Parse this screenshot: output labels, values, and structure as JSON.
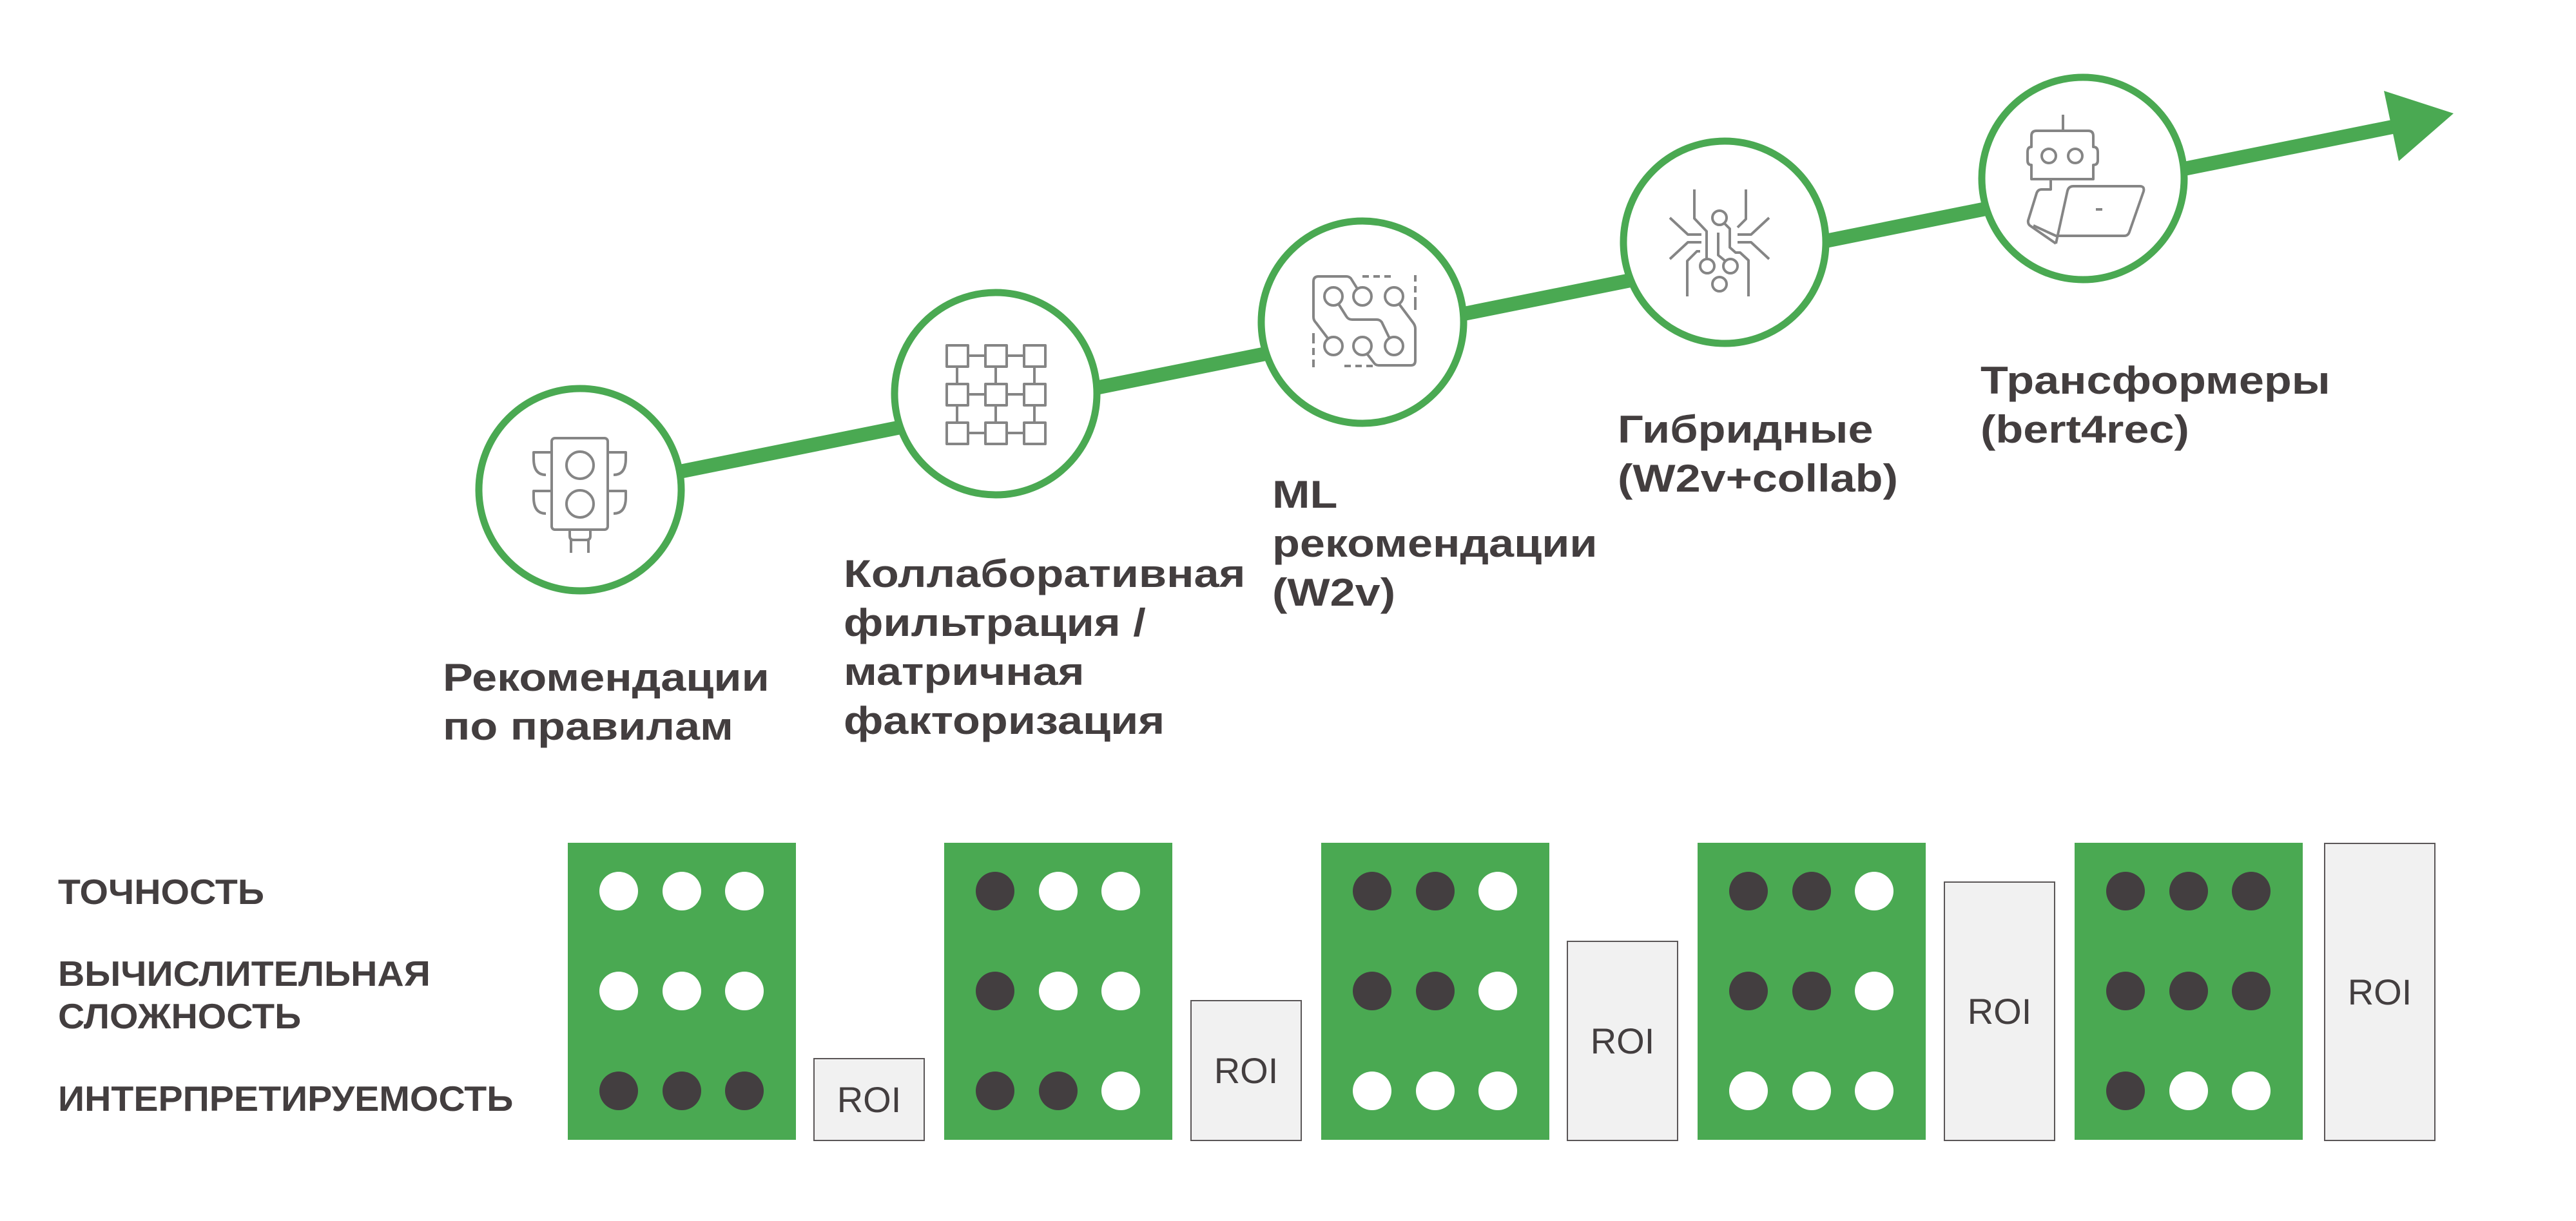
{
  "colors": {
    "accent_green": "#4aa952",
    "icon_gray": "#858585",
    "text_dark": "#433e3f",
    "dot_filled": "#433e40",
    "dot_empty": "#ffffff",
    "roi_fill": "#f1f1f1"
  },
  "timeline": {
    "arrow_direction": "up-right",
    "stages": [
      {
        "icon": "traffic-light-icon",
        "label_lines": [
          "Рекомендации",
          "по правилам"
        ]
      },
      {
        "icon": "grid-network-icon",
        "label_lines": [
          "Коллаборативная",
          "фильтрация /",
          "матричная",
          "факторизация"
        ]
      },
      {
        "icon": "circuit-board-icon",
        "label_lines": [
          "ML",
          "рекомендации",
          "(W2v)"
        ]
      },
      {
        "icon": "neural-chip-icon",
        "label_lines": [
          "Гибридные",
          "(W2v+collab)"
        ]
      },
      {
        "icon": "robot-laptop-icon",
        "label_lines": [
          "Трансформеры",
          "(bert4rec)"
        ]
      }
    ]
  },
  "criteria": [
    {
      "label_lines": [
        "ТОЧНОСТЬ"
      ]
    },
    {
      "label_lines": [
        "ВЫЧИСЛИТЕЛЬНАЯ",
        "СЛОЖНОСТЬ"
      ]
    },
    {
      "label_lines": [
        "ИНТЕРПРЕТИРУЕМОСТЬ"
      ]
    }
  ],
  "comparison": {
    "max_dots": 3,
    "roi_label": "ROI",
    "columns": [
      {
        "stage_index": 0,
        "filled_dots": [
          0,
          0,
          3
        ],
        "roi_level": 0.275
      },
      {
        "stage_index": 1,
        "filled_dots": [
          1,
          1,
          2
        ],
        "roi_level": 0.47
      },
      {
        "stage_index": 2,
        "filled_dots": [
          2,
          2,
          0
        ],
        "roi_level": 0.67
      },
      {
        "stage_index": 3,
        "filled_dots": [
          2,
          2,
          0
        ],
        "roi_level": 0.87
      },
      {
        "stage_index": 4,
        "filled_dots": [
          3,
          3,
          1
        ],
        "roi_level": 1.0
      }
    ]
  }
}
